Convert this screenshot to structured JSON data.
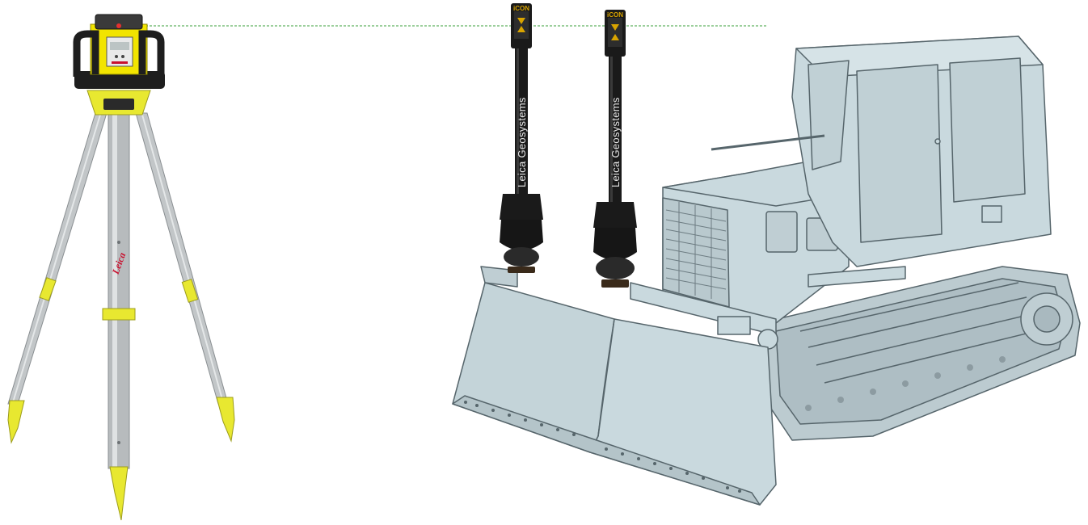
{
  "scene": {
    "tripod_logo_text": "Leica",
    "receivers": [
      {
        "brand_label": "iCON",
        "mast_label": "Leica Geosystems"
      },
      {
        "brand_label": "iCON",
        "mast_label": "Leica Geosystems"
      }
    ],
    "colors": {
      "laser_beam": "#7cbf7c",
      "laser_yellow": "#f2e400",
      "laser_body": "#1e1e1e",
      "tripod_yellow": "#e8e830",
      "tripod_leg": "#c2c6c8",
      "dozer_body": "#c9d9de",
      "dozer_line": "#56656b",
      "mast_black": "#1a1a1a"
    }
  }
}
